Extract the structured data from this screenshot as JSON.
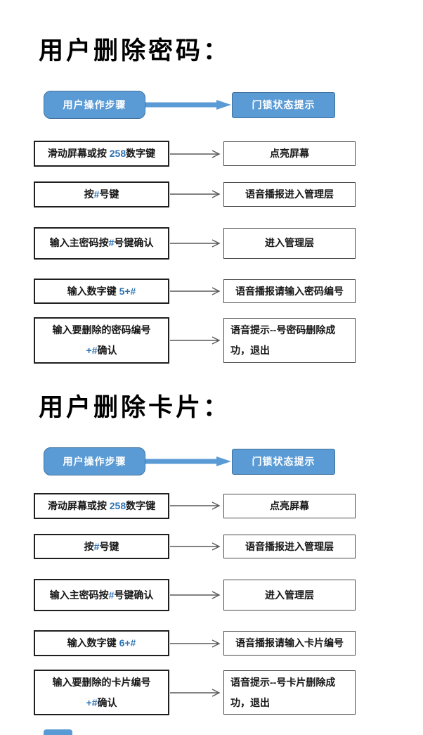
{
  "colors": {
    "accent_blue": "#5b9bd5",
    "accent_blue_border": "#41719c",
    "highlight_blue": "#2e74b5",
    "arrow_gray": "#595959",
    "text_black": "#161616"
  },
  "legend": {
    "left_label": "用户操作步骤",
    "right_label": "门锁状态提示"
  },
  "sections": [
    {
      "title": "用户删除密码：",
      "rows": [
        {
          "step_lines": [
            [
              {
                "t": "滑动屏幕或按 "
              },
              {
                "t": "258",
                "hl": true
              },
              {
                "t": "数字键"
              }
            ]
          ],
          "status_lines": [
            "点亮屏幕"
          ]
        },
        {
          "step_lines": [
            [
              {
                "t": "按"
              },
              {
                "t": "#",
                "hl": true
              },
              {
                "t": "号键"
              }
            ]
          ],
          "status_lines": [
            "语音播报进入管理层"
          ]
        },
        {
          "step_lines": [
            [
              {
                "t": "输入主密码按"
              },
              {
                "t": "#",
                "hl": true
              },
              {
                "t": "号键确认"
              }
            ]
          ],
          "status_lines": [
            "进入管理层"
          ]
        },
        {
          "step_lines": [
            [
              {
                "t": "输入数字键 "
              },
              {
                "t": "5+#",
                "hl": true
              }
            ]
          ],
          "status_lines": [
            "语音播报请输入密码编号"
          ]
        },
        {
          "step_lines": [
            [
              {
                "t": "输入要删除的密码编号"
              }
            ],
            [
              {
                "t": "+#",
                "hl": true
              },
              {
                "t": "确认"
              }
            ]
          ],
          "status_lines": [
            "语音提示--号密码删除成",
            "功，退出"
          ]
        }
      ]
    },
    {
      "title": "用户删除卡片：",
      "rows": [
        {
          "step_lines": [
            [
              {
                "t": "滑动屏幕或按 "
              },
              {
                "t": "258",
                "hl": true
              },
              {
                "t": "数字键"
              }
            ]
          ],
          "status_lines": [
            "点亮屏幕"
          ]
        },
        {
          "step_lines": [
            [
              {
                "t": "按"
              },
              {
                "t": "#",
                "hl": true
              },
              {
                "t": "号键"
              }
            ]
          ],
          "status_lines": [
            "语音播报进入管理层"
          ]
        },
        {
          "step_lines": [
            [
              {
                "t": "输入主密码按"
              },
              {
                "t": "#",
                "hl": true
              },
              {
                "t": "号键确认"
              }
            ]
          ],
          "status_lines": [
            "进入管理层"
          ]
        },
        {
          "step_lines": [
            [
              {
                "t": "输入数字键 "
              },
              {
                "t": "6+#",
                "hl": true
              }
            ]
          ],
          "status_lines": [
            "语音播报请输入卡片编号"
          ]
        },
        {
          "step_lines": [
            [
              {
                "t": "输入要删除的卡片编号"
              }
            ],
            [
              {
                "t": "+#",
                "hl": true
              },
              {
                "t": "确认"
              }
            ]
          ],
          "status_lines": [
            "语音提示--号卡片删除成",
            "功，退出"
          ]
        }
      ]
    }
  ]
}
